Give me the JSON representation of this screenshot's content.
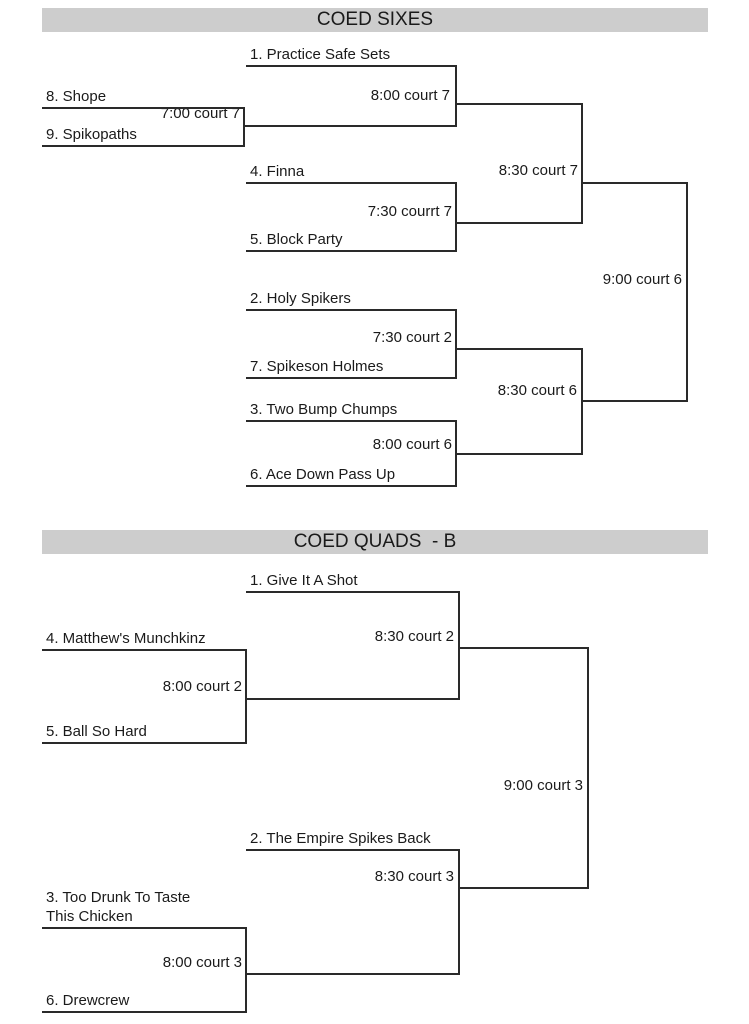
{
  "page": {
    "header_bg_color": "#cdcdcd",
    "line_color": "#2a2a2a",
    "text_color": "#1a1a1a"
  },
  "sixes": {
    "title": "COED SIXES",
    "teams": {
      "practice_safe_sets": "1. Practice Safe Sets",
      "shope": "8. Shope",
      "spikopaths": "9. Spikopaths",
      "finna": "4. Finna",
      "block_party": "5. Block Party",
      "holy_spikers": "2. Holy Spikers",
      "spikeson_holmes": "7. Spikeson Holmes",
      "two_bump_chumps": "3. Two Bump Chumps",
      "ace_down_pass_up": "6. Ace Down Pass Up"
    },
    "matches": {
      "play_in": "7:00 court 7",
      "qf_top": "8:00 court 7",
      "qf_mid": "7:30 courrt 7",
      "qf_lower": "7:30 court 2",
      "qf_bottom": "8:00 court 6",
      "semi_top": "8:30 court 7",
      "semi_bottom": "8:30 court 6",
      "final": "9:00 court 6"
    }
  },
  "quads": {
    "title": "COED QUADS  - B",
    "teams": {
      "give_it_a_shot": "1. Give It A Shot",
      "matthews_munchkinz": "4. Matthew's Munchkinz",
      "ball_so_hard": "5. Ball So Hard",
      "empire_spikes_back": "2. The Empire Spikes Back",
      "too_drunk_to_taste_this_chicken": "3. Too Drunk To Taste This Chicken",
      "drewcrew": "6. Drewcrew"
    },
    "matches": {
      "semi_top_feeder": "8:00 court 2",
      "semi_top": "8:30 court 2",
      "semi_bottom_feeder": "8:00 court 3",
      "semi_bottom": "8:30 court 3",
      "final": "9:00 court 3"
    }
  }
}
